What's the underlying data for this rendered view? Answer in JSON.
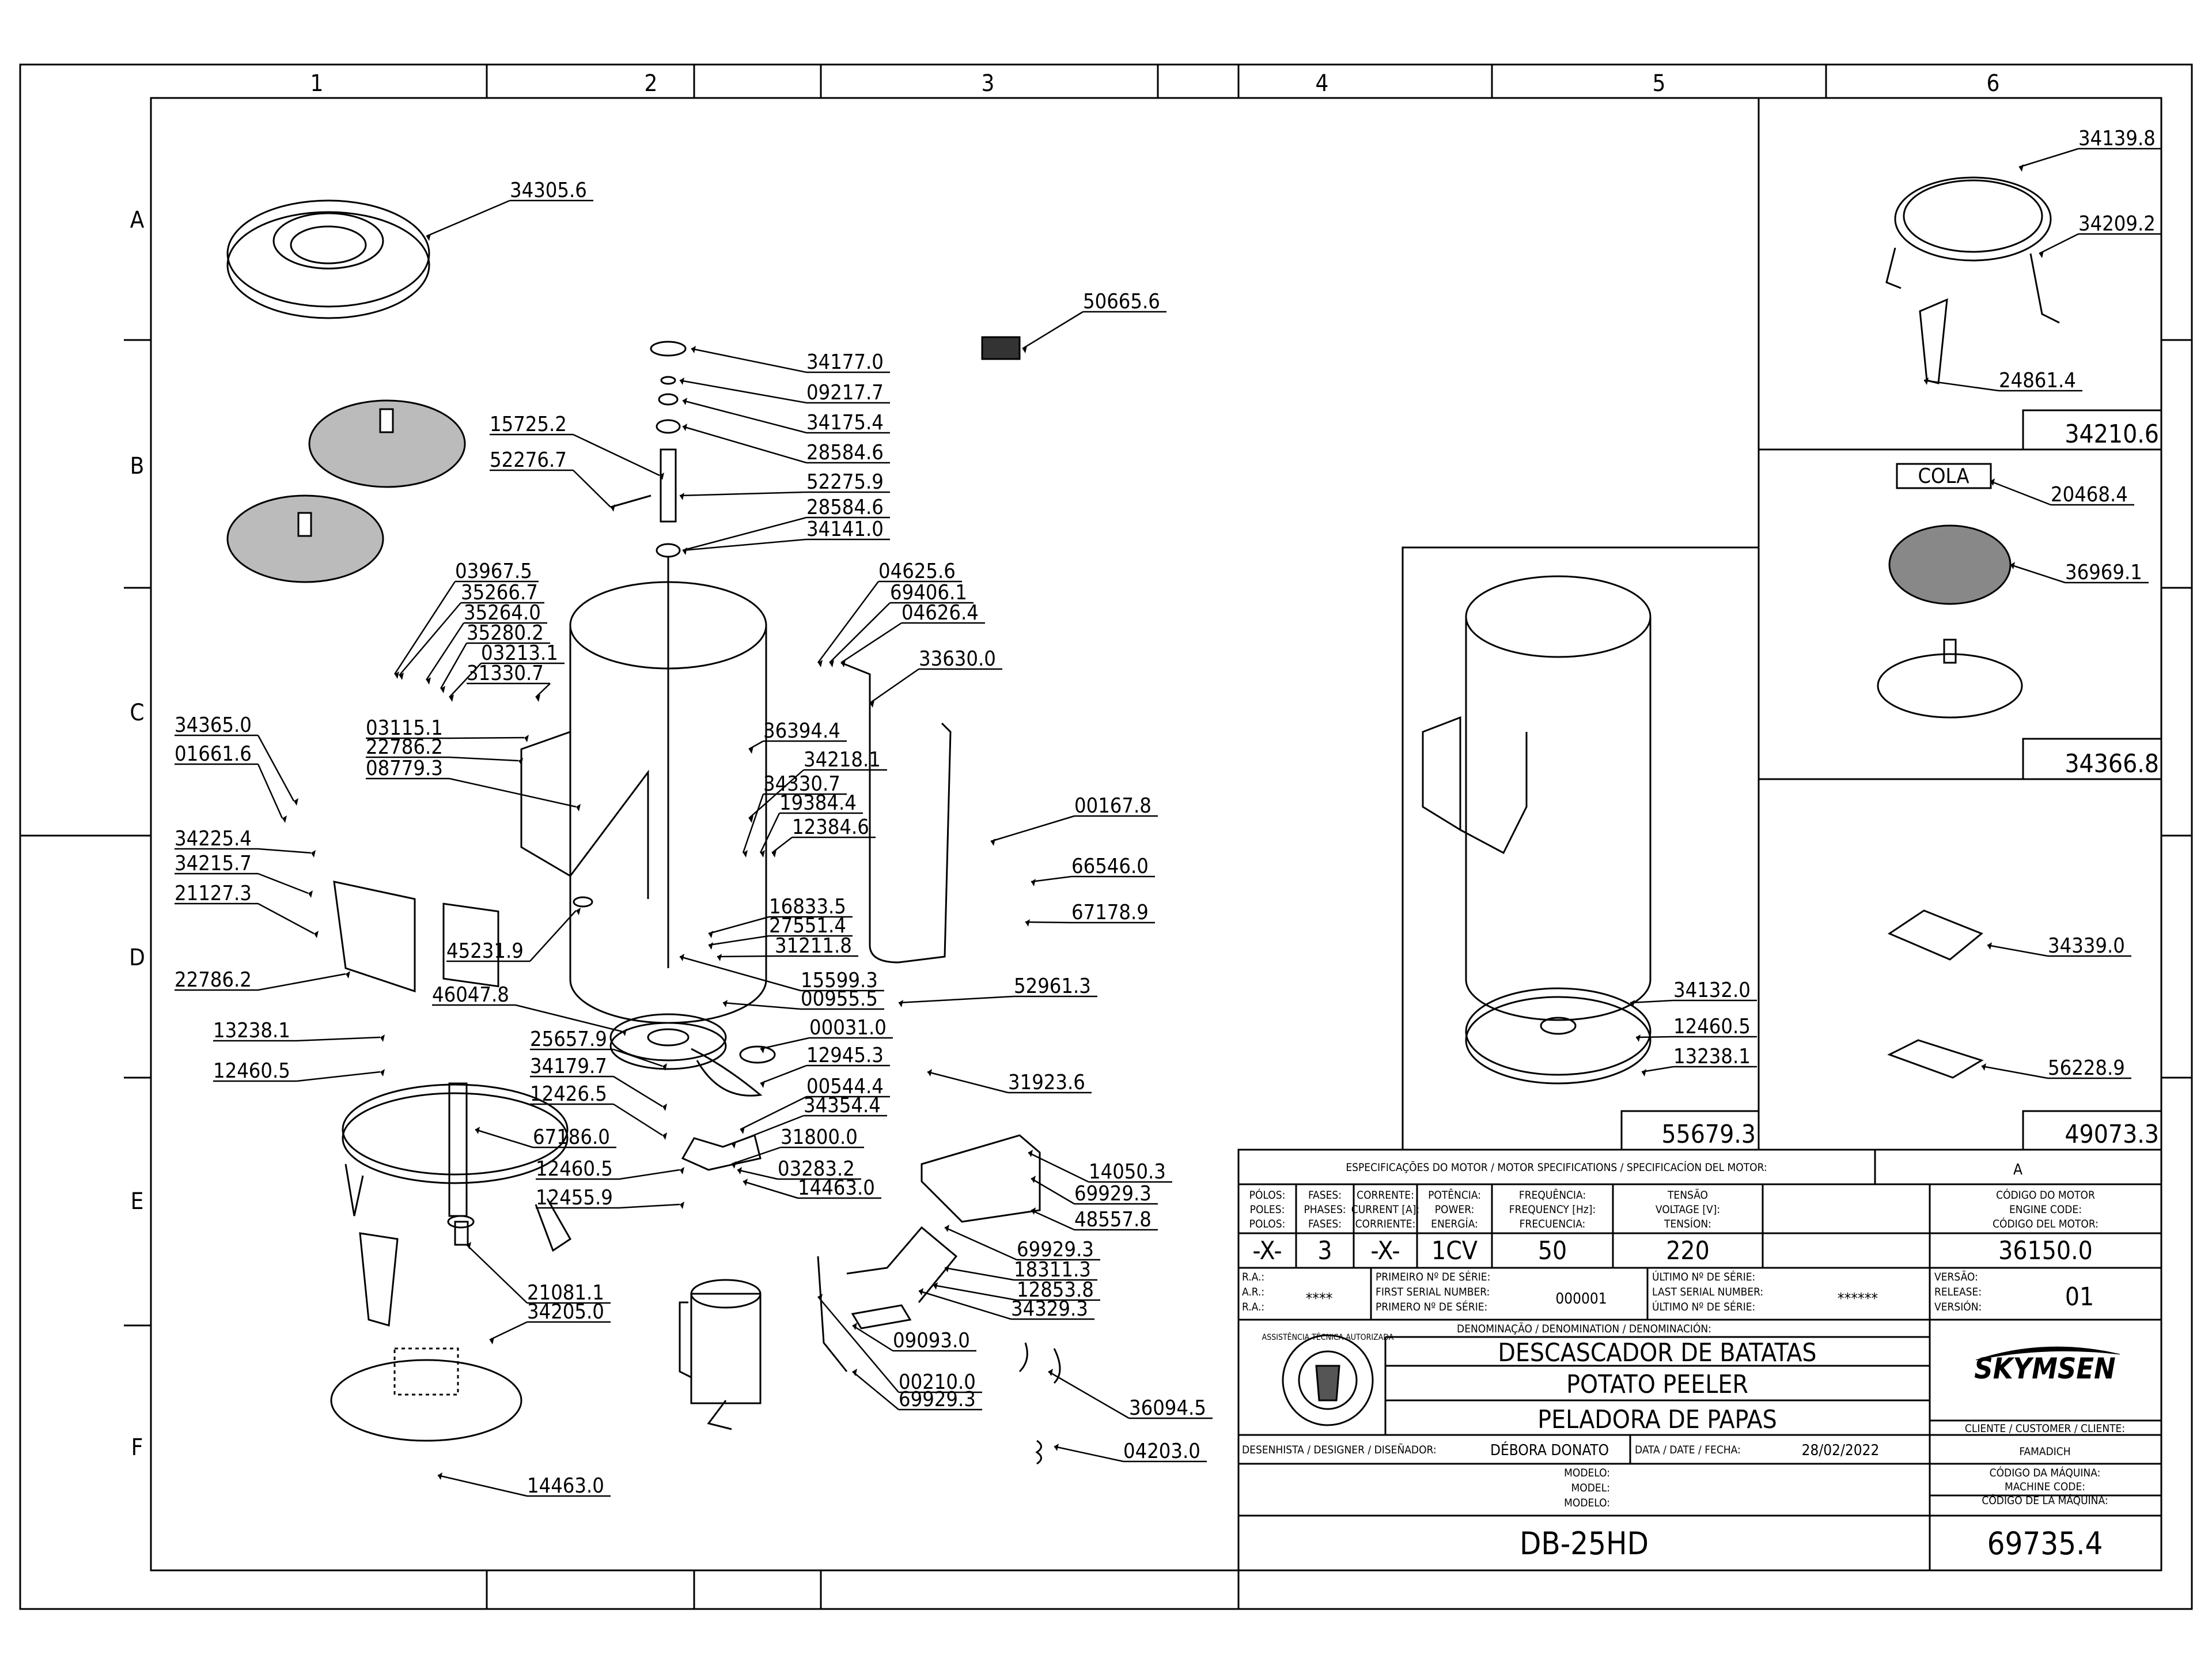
{
  "grid": {
    "cols": [
      "1",
      "2",
      "3",
      "4",
      "5",
      "6"
    ],
    "rows": [
      "A",
      "B",
      "C",
      "D",
      "E",
      "F"
    ]
  },
  "parts": [
    {
      "id": "34305.6"
    },
    {
      "id": "50665.6"
    },
    {
      "id": "34177.0"
    },
    {
      "id": "09217.7"
    },
    {
      "id": "34175.4"
    },
    {
      "id": "28584.6"
    },
    {
      "id": "15725.2"
    },
    {
      "id": "52276.7"
    },
    {
      "id": "52275.9"
    },
    {
      "id": "28584.6"
    },
    {
      "id": "34141.0"
    },
    {
      "id": "03967.5"
    },
    {
      "id": "35266.7"
    },
    {
      "id": "35264.0"
    },
    {
      "id": "35280.2"
    },
    {
      "id": "03213.1"
    },
    {
      "id": "31330.7"
    },
    {
      "id": "04625.6"
    },
    {
      "id": "69406.1"
    },
    {
      "id": "04626.4"
    },
    {
      "id": "33630.0"
    },
    {
      "id": "34365.0"
    },
    {
      "id": "01661.6"
    },
    {
      "id": "03115.1"
    },
    {
      "id": "22786.2"
    },
    {
      "id": "08779.3"
    },
    {
      "id": "36394.4"
    },
    {
      "id": "34218.1"
    },
    {
      "id": "34330.7"
    },
    {
      "id": "19384.4"
    },
    {
      "id": "12384.6"
    },
    {
      "id": "00167.8"
    },
    {
      "id": "34225.4"
    },
    {
      "id": "34215.7"
    },
    {
      "id": "21127.3"
    },
    {
      "id": "66546.0"
    },
    {
      "id": "67178.9"
    },
    {
      "id": "16833.5"
    },
    {
      "id": "27551.4"
    },
    {
      "id": "31211.8"
    },
    {
      "id": "45231.9"
    },
    {
      "id": "22786.2"
    },
    {
      "id": "15599.3"
    },
    {
      "id": "00955.5"
    },
    {
      "id": "52961.3"
    },
    {
      "id": "46047.8"
    },
    {
      "id": "00031.0"
    },
    {
      "id": "13238.1"
    },
    {
      "id": "25657.9"
    },
    {
      "id": "12945.3"
    },
    {
      "id": "12460.5"
    },
    {
      "id": "34179.7"
    },
    {
      "id": "31923.6"
    },
    {
      "id": "12426.5"
    },
    {
      "id": "00544.4"
    },
    {
      "id": "34354.4"
    },
    {
      "id": "67186.0"
    },
    {
      "id": "31800.0"
    },
    {
      "id": "03283.2"
    },
    {
      "id": "14050.3"
    },
    {
      "id": "12460.5"
    },
    {
      "id": "14463.0"
    },
    {
      "id": "69929.3"
    },
    {
      "id": "12455.9"
    },
    {
      "id": "48557.8"
    },
    {
      "id": "69929.3"
    },
    {
      "id": "18311.3"
    },
    {
      "id": "12853.8"
    },
    {
      "id": "34329.3"
    },
    {
      "id": "21081.1"
    },
    {
      "id": "34205.0"
    },
    {
      "id": "09093.0"
    },
    {
      "id": "36094.5"
    },
    {
      "id": "00210.0"
    },
    {
      "id": "69929.3"
    },
    {
      "id": "04203.0"
    },
    {
      "id": "14463.0"
    },
    {
      "id": "34139.8"
    },
    {
      "id": "34209.2"
    },
    {
      "id": "24861.4"
    },
    {
      "id": "20468.4"
    },
    {
      "id": "36969.1"
    },
    {
      "id": "34132.0"
    },
    {
      "id": "12460.5"
    },
    {
      "id": "13238.1"
    },
    {
      "id": "34339.0"
    },
    {
      "id": "56228.9"
    }
  ],
  "cola_label": "COLA",
  "subassemblies": {
    "ring": "34210.6",
    "disc": "34366.8",
    "body": "55679.3",
    "plate": "49073.3"
  },
  "title_block": {
    "motor_header": "ESPECIFICAÇÕES DO MOTOR / MOTOR SPECIFICATIONS / SPECIFICACÍON DEL MOTOR:",
    "revision_letter": "A",
    "col_heads": [
      [
        "PÓLOS:",
        "POLES:",
        "POLOS:"
      ],
      [
        "FASES:",
        "PHASES:",
        "FASES:"
      ],
      [
        "CORRENTE:",
        "CURRENT [A]:",
        "CORRIENTE:"
      ],
      [
        "POTÊNCIA:",
        "POWER:",
        "ENERGÍA:"
      ],
      [
        "FREQUÊNCIA:",
        "FREQUENCY [Hz]:",
        "FRECUENCIA:"
      ],
      [
        "TENSÃO",
        "VOLTAGE [V]:",
        "TENSÍON:"
      ],
      [
        "CÓDIGO DO MOTOR",
        "ENGINE CODE:",
        "CÓDIGO DEL MOTOR:"
      ]
    ],
    "motor_values": [
      "-X-",
      "3",
      "-X-",
      "1CV",
      "50",
      "220",
      "36150.0"
    ],
    "ra_labels": [
      "R.A.:",
      "A.R.:",
      "R.A.:"
    ],
    "ra_value": "****",
    "first_serial_labels": [
      "PRIMEIRO Nº DE SÉRIE:",
      "FIRST SERIAL NUMBER:",
      "PRIMERO Nº DE SÉRIE:"
    ],
    "first_serial": "000001",
    "last_serial_labels": [
      "ÚLTIMO Nº DE SÉRIE:",
      "LAST SERIAL NUMBER:",
      "ÚLTIMO Nº DE SÉRIE:"
    ],
    "last_serial": "******",
    "version_labels": [
      "VERSÃO:",
      "RELEASE:",
      "VERSIÓN:"
    ],
    "version": "01",
    "denomination_header": "DENOMINAÇÃO / DENOMINATION / DENOMINACIÓN:",
    "names": [
      "DESCASCADOR DE BATATAS",
      "POTATO PEELER",
      "PELADORA DE PAPAS"
    ],
    "brand": "SKYMSEN",
    "seal_text": "ASSISTÊNCIA TÉCNICA AUTORIZADA",
    "client_label": "CLIENTE / CUSTOMER / CLIENTE:",
    "client": "FAMADICH",
    "designer_label": "DESENHISTA / DESIGNER / DISEÑADOR:",
    "designer": "DÉBORA DONATO",
    "date_label": "DATA / DATE / FECHA:",
    "date": "28/02/2022",
    "model_labels": [
      "MODELO:",
      "MODEL:",
      "MODELO:"
    ],
    "model": "DB-25HD",
    "machine_code_labels": [
      "CÓDIGO DA MÁQUINA:",
      "MACHINE CODE:",
      "CÓDIGO DE LA MÁQUINA:"
    ],
    "machine_code": "69735.4"
  }
}
